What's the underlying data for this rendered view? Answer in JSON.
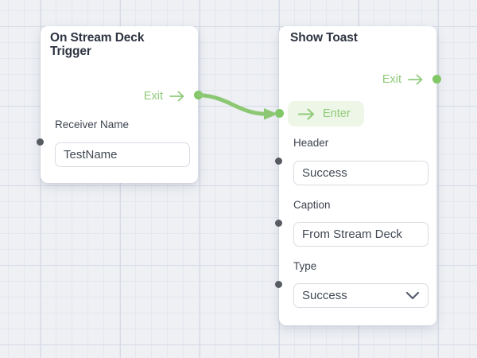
{
  "app": {
    "name": "Stream Deck flow editor canvas"
  },
  "theme": {
    "background": "#eef0f4",
    "grid_minor": "#e4e7ee",
    "grid_major": "#d6dae6",
    "card_bg": "#ffffff",
    "title_color": "#2d3340",
    "label_color": "#3e4450",
    "value_color": "#414854",
    "input_border": "#d9dce3",
    "green_text": "#8fcb79",
    "green_wire": "#8cc873",
    "green_port": "#80c766",
    "green_pill_bg": "#edf6e7",
    "gray_port": "#565b62"
  },
  "icons": {
    "exit_arrow": "arrow-right",
    "enter_arrow": "arrow-right",
    "select_chevron": "chevron-down"
  },
  "nodes": [
    {
      "title": "On Stream Deck Trigger",
      "ports": {
        "exit_label": "Exit"
      },
      "fields": [
        {
          "label": "Receiver Name",
          "value": "TestName",
          "type": "text"
        }
      ]
    },
    {
      "title": "Show Toast",
      "ports": {
        "exit_label": "Exit",
        "enter_label": "Enter"
      },
      "fields": [
        {
          "label": "Header",
          "value": "Success",
          "type": "text"
        },
        {
          "label": "Caption",
          "value": "From Stream Deck",
          "type": "text"
        },
        {
          "label": "Type",
          "value": "Success",
          "type": "select"
        }
      ]
    }
  ],
  "connections": [
    {
      "from": "On Stream Deck Trigger / Exit",
      "to": "Show Toast / Enter"
    }
  ]
}
